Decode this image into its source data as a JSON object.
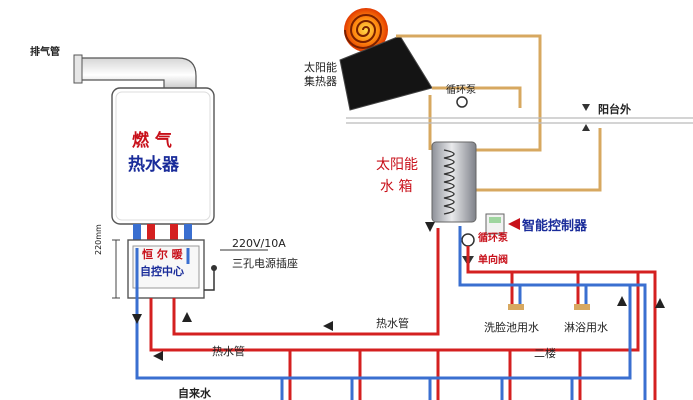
{
  "labels": {
    "exhaust_pipe": "排气管",
    "gas_heater_line1": "燃 气",
    "gas_heater_line2": "热水器",
    "control_line1": "恒 尔 暖",
    "control_line2": "自控中心",
    "dimension": "220mm",
    "power_rating": "220V/10A",
    "socket": "三孔电源插座",
    "solar_collector_line1": "太阳能",
    "solar_collector_line2": "集热器",
    "circulation_pump_top": "循环泵",
    "balcony_outside": "阳台外",
    "solar_tank_line1": "太阳能",
    "solar_tank_line2": "水 箱",
    "smart_controller": "智能控制器",
    "circulation_pump": "循环泵",
    "check_valve": "单向阀",
    "washbasin": "洗脸池用水",
    "shower": "淋浴用水",
    "second_floor": "二楼",
    "hot_water_pipe_1": "热水管",
    "hot_water_pipe_2": "热水管",
    "tap_water": "自来水"
  },
  "colors": {
    "hot_pipe": "#d42020",
    "cold_pipe": "#3a6fd0",
    "solar_loop": "#d7a860",
    "heater_body": "#ffffff",
    "tank_body": "#b9bcc2"
  }
}
